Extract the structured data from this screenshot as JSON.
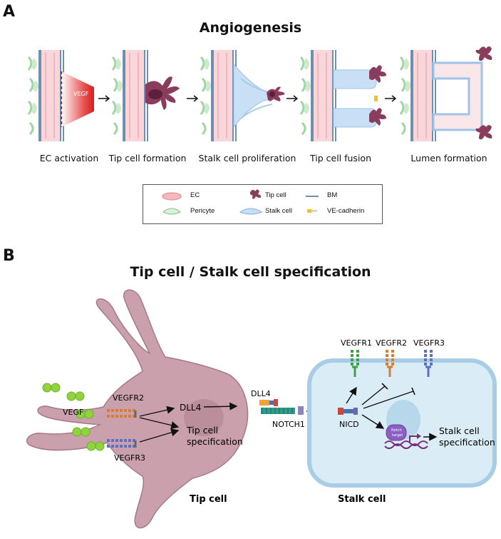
{
  "panel_a": {
    "letter": "A",
    "title": "Angiogenesis",
    "vegf_label": "VEGF",
    "stages": [
      "EC activation",
      "Tip cell formation",
      "Stalk cell proliferation",
      "Tip cell fusion",
      "Lumen formation"
    ],
    "legend": {
      "ec": "EC",
      "pericyte": "Pericyte",
      "tip_cell": "Tip cell",
      "stalk_cell": "Stalk cell",
      "bm": "BM",
      "ve_cadherin": "VE-cadherin"
    }
  },
  "panel_b": {
    "letter": "B",
    "title": "Tip cell / Stalk cell specification",
    "labels": {
      "vegf": "VEGF",
      "vegfr2_tip": "VEGFR2",
      "vegfr3_tip": "VEGFR3",
      "dll4_tip": "DLL4",
      "tip_spec_line1": "Tip cell",
      "tip_spec_line2": "specification",
      "dll4_junction": "DLL4",
      "notch1": "NOTCH1",
      "vegfr1": "VEGFR1",
      "vegfr2_stalk": "VEGFR2",
      "vegfr3_stalk": "VEGFR3",
      "nicd": "NICD",
      "notch_target_line1": "Notch",
      "notch_target_line2": "target",
      "stalk_spec_line1": "Stalk cell",
      "stalk_spec_line2": "specification",
      "tip_cell_caption": "Tip cell",
      "stalk_cell_caption": "Stalk cell"
    }
  },
  "colors": {
    "tip_cell": "#c9a0ab",
    "tip_cell_dark": "#8a3c5c",
    "ec_pink": "#f6cfd3",
    "vessel_blue": "#c9dff5",
    "stalk_fill": "#daedf7",
    "stalk_border": "#a9cde6",
    "vegf_green": "#8fd43c",
    "vegf_red": "#e02424"
  }
}
